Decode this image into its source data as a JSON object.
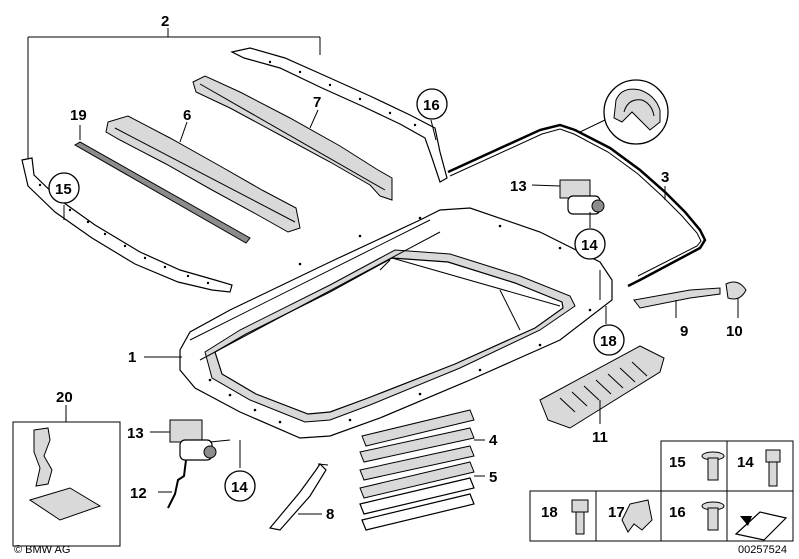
{
  "diagram": {
    "callouts": [
      {
        "id": "c2",
        "label": "2"
      },
      {
        "id": "c19",
        "label": "19"
      },
      {
        "id": "c6",
        "label": "6"
      },
      {
        "id": "c7",
        "label": "7"
      },
      {
        "id": "c16",
        "label": "16"
      },
      {
        "id": "c15",
        "label": "15"
      },
      {
        "id": "c13a",
        "label": "13"
      },
      {
        "id": "c14a",
        "label": "14"
      },
      {
        "id": "c3",
        "label": "3"
      },
      {
        "id": "c9",
        "label": "9"
      },
      {
        "id": "c10",
        "label": "10"
      },
      {
        "id": "c18",
        "label": "18"
      },
      {
        "id": "c1",
        "label": "1"
      },
      {
        "id": "c20",
        "label": "20"
      },
      {
        "id": "c13b",
        "label": "13"
      },
      {
        "id": "c12",
        "label": "12"
      },
      {
        "id": "c14b",
        "label": "14"
      },
      {
        "id": "c8",
        "label": "8"
      },
      {
        "id": "c4",
        "label": "4"
      },
      {
        "id": "c5",
        "label": "5"
      },
      {
        "id": "c11",
        "label": "11"
      }
    ],
    "legend": [
      {
        "id": "l15",
        "label": "15"
      },
      {
        "id": "l14",
        "label": "14"
      },
      {
        "id": "l18",
        "label": "18"
      },
      {
        "id": "l17",
        "label": "17"
      },
      {
        "id": "l16",
        "label": "16"
      }
    ],
    "copyright": "© BMW AG",
    "drawing_number": "00257524"
  }
}
